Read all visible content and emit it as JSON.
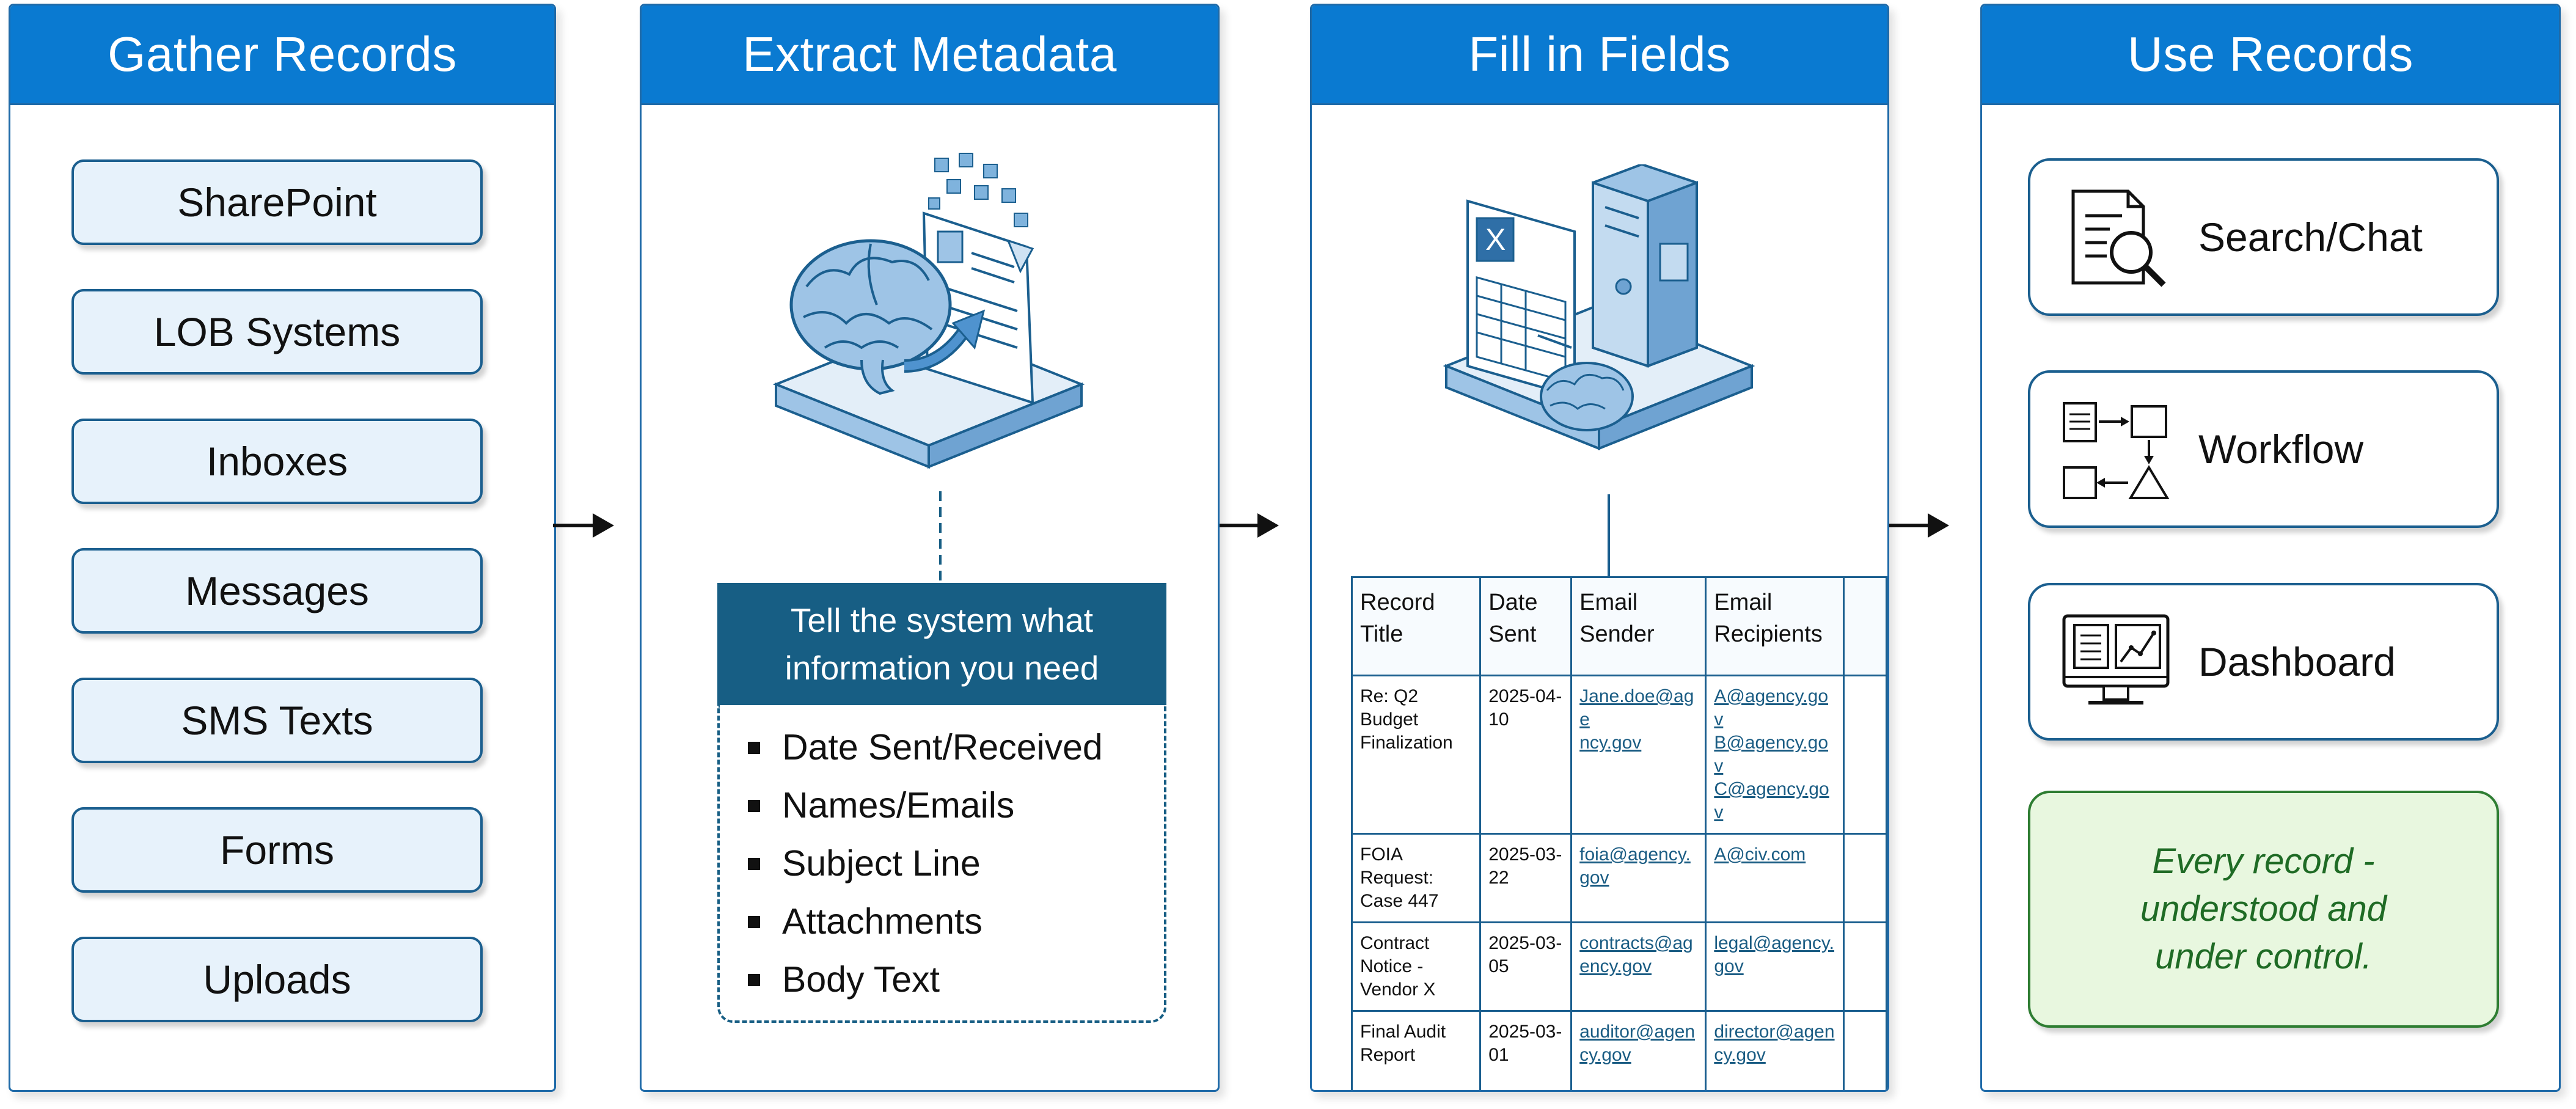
{
  "columns": [
    {
      "title": "Gather Records"
    },
    {
      "title": "Extract Metadata"
    },
    {
      "title": "Fill in Fields"
    },
    {
      "title": "Use Records"
    }
  ],
  "sources": [
    "SharePoint",
    "LOB Systems",
    "Inboxes",
    "Messages",
    "SMS Texts",
    "Forms",
    "Uploads"
  ],
  "extract": {
    "prompt_line1": "Tell the system what",
    "prompt_line2": "information you need",
    "fields": [
      "Date Sent/Received",
      "Names/Emails",
      "Subject Line",
      "Attachments",
      "Body Text"
    ]
  },
  "table": {
    "headers": [
      [
        "Record",
        "Title"
      ],
      [
        "Date",
        "Sent"
      ],
      [
        "Email",
        "Sender"
      ],
      [
        "Email",
        "Recipients"
      ]
    ],
    "rows": [
      {
        "title": [
          "Re: Q2",
          "Budget",
          "Finalization"
        ],
        "date": [
          "2025-04-",
          "10"
        ],
        "sender": [
          "Jane.doe@age",
          "ncy.gov"
        ],
        "recipients": [
          "A@agency.gov",
          "B@agency.gov",
          "C@agency.gov"
        ]
      },
      {
        "title": [
          "FOIA",
          "Request:",
          "Case 447"
        ],
        "date": [
          "2025-03-",
          "22"
        ],
        "sender": [
          "foia@agency.",
          "gov"
        ],
        "recipients": [
          "A@civ.com"
        ]
      },
      {
        "title": [
          "Contract",
          "Notice -",
          "Vendor X"
        ],
        "date": [
          "2025-03-",
          "05"
        ],
        "sender": [
          "contracts@ag",
          "ency.gov"
        ],
        "recipients": [
          "legal@agency.",
          "gov"
        ]
      },
      {
        "title": [
          "Final Audit",
          "Report"
        ],
        "date": [
          "2025-03-",
          "01"
        ],
        "sender": [
          "auditor@agen",
          "cy.gov"
        ],
        "recipients": [
          "director@agen",
          "cy.gov"
        ]
      }
    ]
  },
  "uses": [
    {
      "label": "Search/Chat",
      "icon": "search-document-icon"
    },
    {
      "label": "Workflow",
      "icon": "workflow-icon"
    },
    {
      "label": "Dashboard",
      "icon": "dashboard-icon"
    }
  ],
  "closing": [
    "Every record -",
    "understood and",
    "under control."
  ],
  "colors": {
    "header_blue": "#0a7ad1",
    "dark_teal": "#175e84",
    "button_fill": "#e7f2fb",
    "green_text": "#1f6b25",
    "green_fill": "#e8f7df"
  }
}
